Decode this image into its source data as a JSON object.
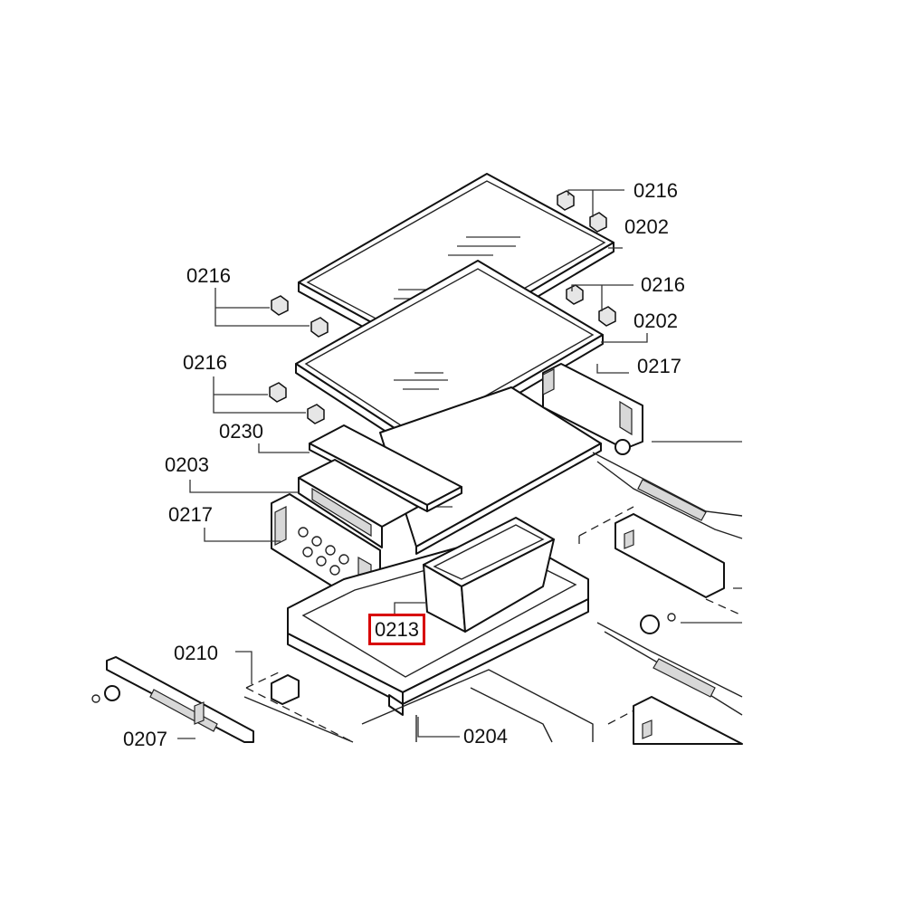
{
  "diagram": {
    "labels": [
      {
        "id": "lbl-0216-a",
        "text": "0216"
      },
      {
        "id": "lbl-0202-a",
        "text": "0202"
      },
      {
        "id": "lbl-0216-b",
        "text": "0216"
      },
      {
        "id": "lbl-0216-c",
        "text": "0216"
      },
      {
        "id": "lbl-0202-b",
        "text": "0202"
      },
      {
        "id": "lbl-0216-d",
        "text": "0216"
      },
      {
        "id": "lbl-0217-a",
        "text": "0217"
      },
      {
        "id": "lbl-0230",
        "text": "0230"
      },
      {
        "id": "lbl-0203",
        "text": "0203"
      },
      {
        "id": "lbl-0217-b",
        "text": "0217"
      },
      {
        "id": "lbl-0213",
        "text": "0213",
        "highlighted": true
      },
      {
        "id": "lbl-0210",
        "text": "0210"
      },
      {
        "id": "lbl-0207",
        "text": "0207"
      },
      {
        "id": "lbl-0204",
        "text": "0204"
      }
    ],
    "highlight_color": "#d80000"
  }
}
